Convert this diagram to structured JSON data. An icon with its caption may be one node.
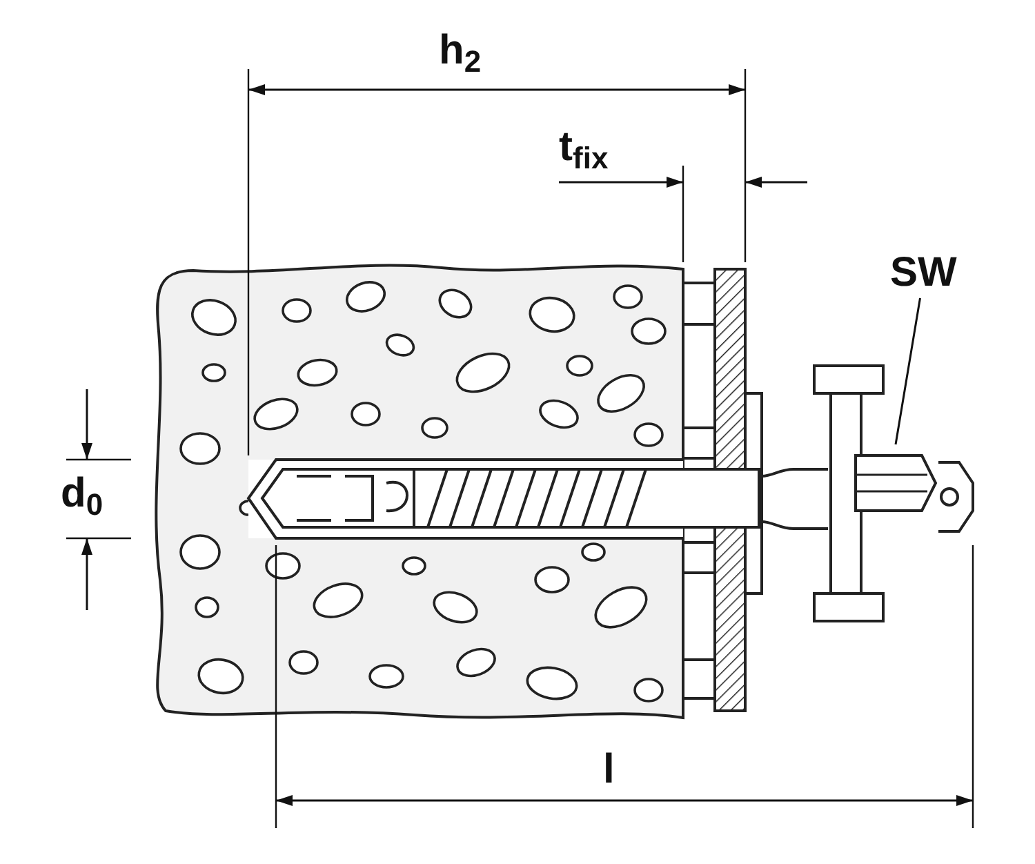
{
  "diagram": {
    "nodes": [
      {
        "text": [
          "SW"
        ]
      },
      {
        "text": [],
        "shape": "picture"
      }
    ],
    "edges": [
      {
        "from": 0,
        "to": 1,
        "arrow": "none"
      }
    ],
    "labels": [
      "h$_{2}$",
      "t$_{fix}$",
      "d$_{0}$",
      "l"
    ]
  }
}
